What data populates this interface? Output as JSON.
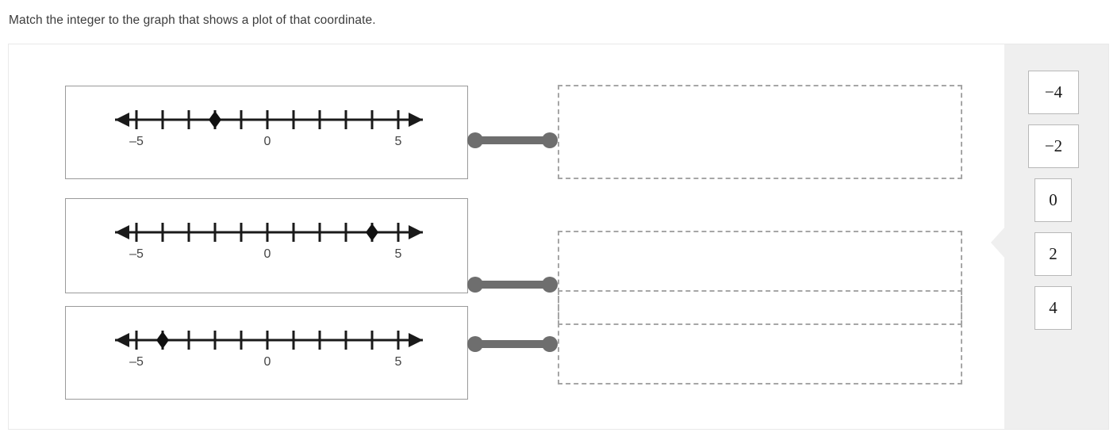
{
  "prompt": "Match the integer to the graph that shows a plot of that coordinate.",
  "numberline": {
    "min_label": "–5",
    "zero_label": "0",
    "max_label": "5",
    "min_value": -5,
    "max_value": 5,
    "tick_values": [
      -5,
      -4,
      -3,
      -2,
      -1,
      0,
      1,
      2,
      3,
      4,
      5
    ],
    "labeled_ticks": [
      -5,
      0,
      5
    ]
  },
  "rows": [
    {
      "graph_name": "number-line-graph-1",
      "plotted_value": -2,
      "connector_name": "connector-1",
      "dropzone_name": "drop-zone-1",
      "dropzone_value": ""
    },
    {
      "graph_name": "number-line-graph-2",
      "plotted_value": 4,
      "connector_name": "connector-2",
      "dropzone_name": "drop-zone-2",
      "dropzone_value": ""
    },
    {
      "graph_name": "number-line-graph-3",
      "plotted_value": -4,
      "connector_name": "connector-3",
      "dropzone_name": "drop-zone-3",
      "dropzone_value": ""
    }
  ],
  "tray": {
    "tiles": [
      {
        "label": "−4",
        "value": -4,
        "wide": true
      },
      {
        "label": "−2",
        "value": -2,
        "wide": true
      },
      {
        "label": "0",
        "value": 0,
        "wide": false
      },
      {
        "label": "2",
        "value": 2,
        "wide": false
      },
      {
        "label": "4",
        "value": 4,
        "wide": false
      }
    ]
  },
  "colors": {
    "text": "#3c3c3c",
    "graph_border": "#9a9a9a",
    "dashed_border": "#a6a6a6",
    "connector": "#6e6e6e",
    "tray_bg": "#efefef",
    "tile_border": "#b8b8b8",
    "axis": "#1a1a1a"
  }
}
